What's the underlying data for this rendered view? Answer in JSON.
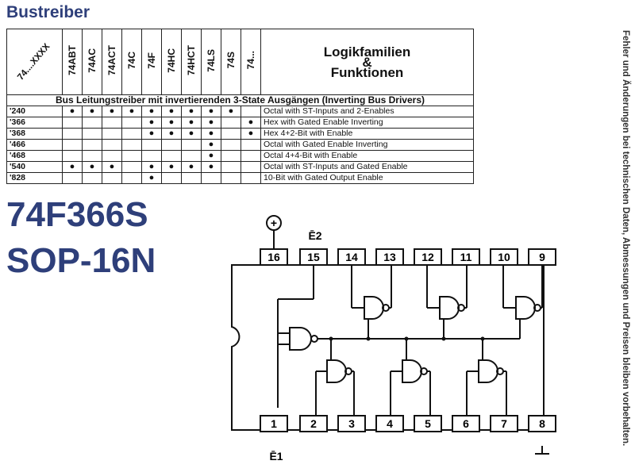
{
  "title": "Bustreiber",
  "side_note": "Fehler und Änderungen bei technischen Daten, Abmessungen und Preisen bleiben vorbehalten.",
  "table": {
    "corner_label": "74....XXXX",
    "families": [
      "74ABT",
      "74AC",
      "74ACT",
      "74C",
      "74F",
      "74HC",
      "74HCT",
      "74LS",
      "74S",
      "74..."
    ],
    "function_header": [
      "Logikfamilien",
      "&",
      "Funktionen"
    ],
    "section": "Bus Leitungstreiber mit invertierenden 3-State Ausgängen (Inverting Bus Drivers)",
    "dot_symbol": "●",
    "rows": [
      {
        "code": "'240",
        "dots": [
          1,
          1,
          1,
          1,
          1,
          1,
          1,
          1,
          1,
          0
        ],
        "desc": "Octal with ST-Inputs and 2-Enables"
      },
      {
        "code": "'366",
        "dots": [
          0,
          0,
          0,
          0,
          1,
          1,
          1,
          1,
          0,
          1
        ],
        "desc": "Hex with Gated Enable Inverting"
      },
      {
        "code": "'368",
        "dots": [
          0,
          0,
          0,
          0,
          1,
          1,
          1,
          1,
          0,
          1
        ],
        "desc": "Hex 4+2-Bit with Enable"
      },
      {
        "code": "'466",
        "dots": [
          0,
          0,
          0,
          0,
          0,
          0,
          0,
          1,
          0,
          0
        ],
        "desc": "Octal with Gated Enable Inverting"
      },
      {
        "code": "'468",
        "dots": [
          0,
          0,
          0,
          0,
          0,
          0,
          0,
          1,
          0,
          0
        ],
        "desc": "Octal 4+4-Bit with Enable"
      },
      {
        "code": "'540",
        "dots": [
          1,
          1,
          1,
          0,
          1,
          1,
          1,
          1,
          0,
          0
        ],
        "desc": "Octal with ST-Inputs and Gated Enable"
      },
      {
        "code": "'828",
        "dots": [
          0,
          0,
          0,
          0,
          1,
          0,
          0,
          0,
          0,
          0
        ],
        "desc": "10-Bit with Gated Output Enable"
      }
    ]
  },
  "part_number": "74F366S",
  "package": "SOP-16N",
  "diagram": {
    "top_pins": [
      "16",
      "15",
      "14",
      "13",
      "12",
      "11",
      "10",
      "9"
    ],
    "bottom_pins": [
      "1",
      "2",
      "3",
      "4",
      "5",
      "6",
      "7",
      "8"
    ],
    "label_e2": "Ē2",
    "label_e1": "Ē1",
    "vcc_symbol": "+",
    "gnd_symbol": "⊥"
  }
}
